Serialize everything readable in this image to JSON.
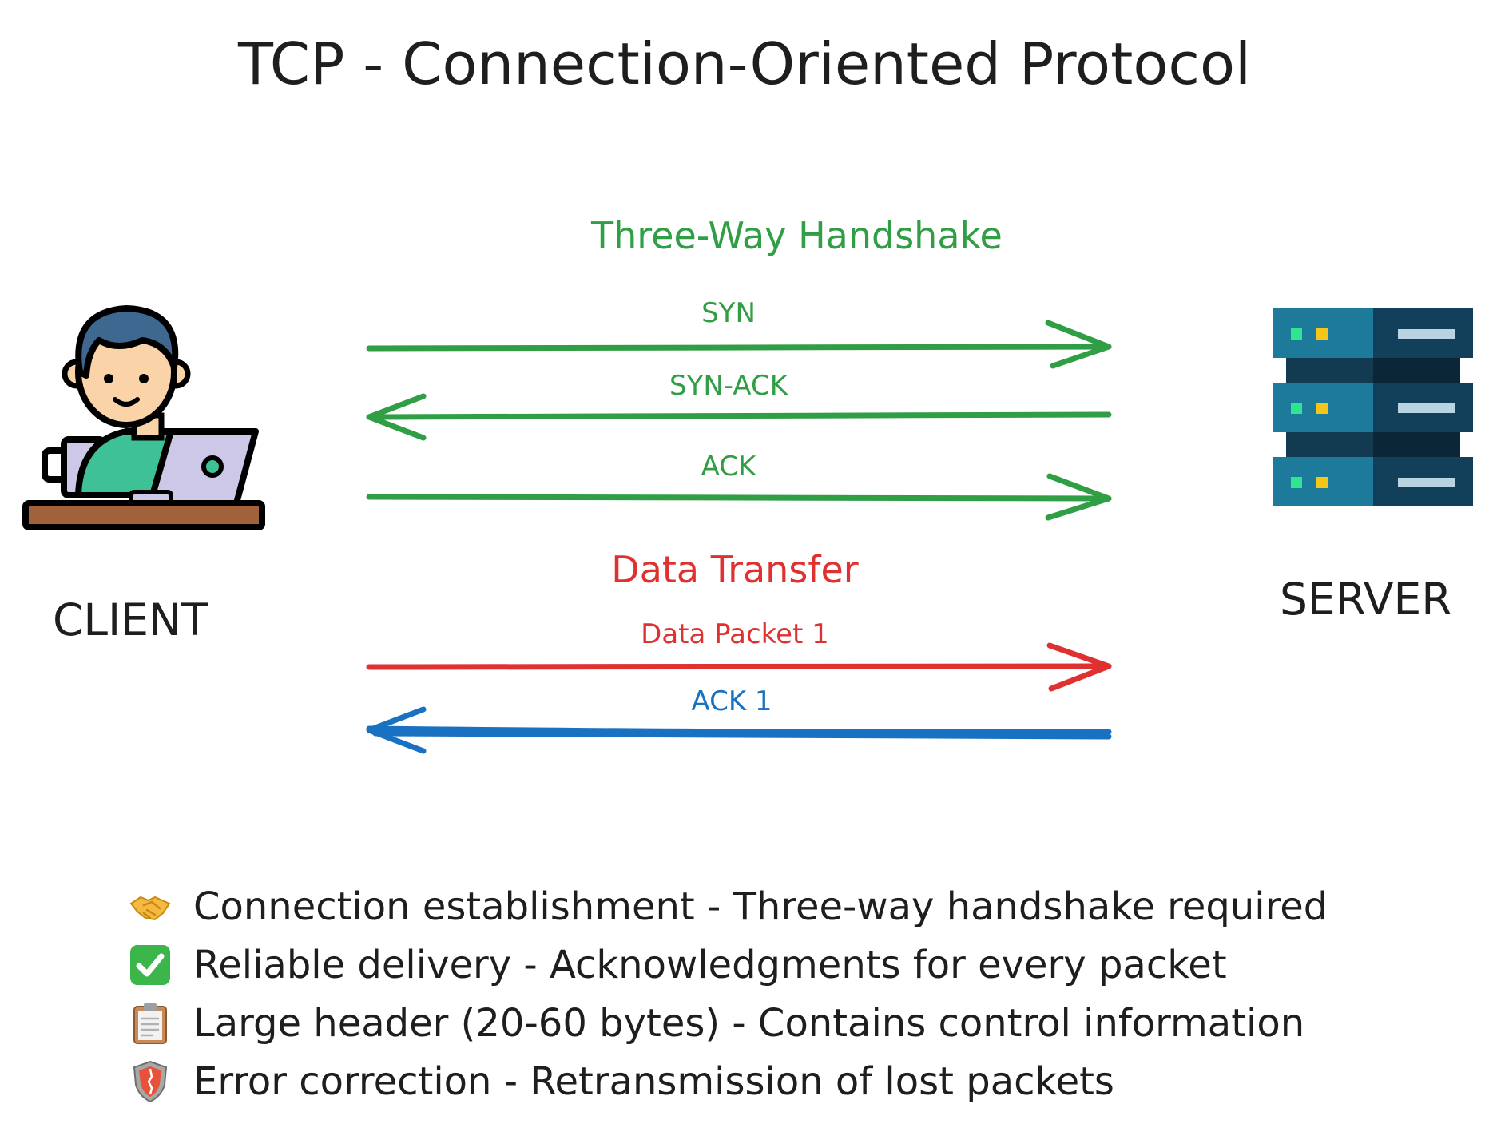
{
  "title": "TCP - Connection-Oriented Protocol",
  "client": {
    "label": "CLIENT",
    "icon": "person-at-laptop-icon"
  },
  "server": {
    "label": "SERVER",
    "icon": "server-rack-icon"
  },
  "handshake": {
    "heading": "Three-Way Handshake",
    "color": "#2f9e44",
    "messages": [
      {
        "label": "SYN",
        "direction": "client-to-server"
      },
      {
        "label": "SYN-ACK",
        "direction": "server-to-client"
      },
      {
        "label": "ACK",
        "direction": "client-to-server"
      }
    ]
  },
  "data_transfer": {
    "heading": "Data Transfer",
    "color": "#e03131",
    "messages": [
      {
        "label": "Data Packet 1",
        "direction": "client-to-server",
        "color": "#e03131"
      },
      {
        "label": "ACK 1",
        "direction": "server-to-client",
        "color": "#1971c2"
      }
    ]
  },
  "features": [
    {
      "icon": "handshake-icon",
      "text": "Connection establishment - Three-way handshake required"
    },
    {
      "icon": "check-mark-icon",
      "text": "Reliable delivery - Acknowledgments for every packet"
    },
    {
      "icon": "clipboard-icon",
      "text": "Large header (20-60 bytes) - Contains control information"
    },
    {
      "icon": "shield-icon",
      "text": "Error correction - Retransmission of lost packets"
    }
  ]
}
